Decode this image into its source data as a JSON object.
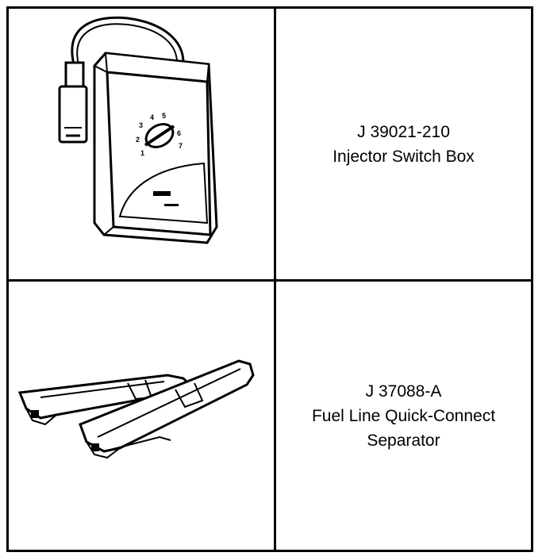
{
  "tools": [
    {
      "part_number": "J 39021-210",
      "name_lines": [
        "Injector Switch Box"
      ],
      "icon": "injector-switch-box-illustration",
      "dial_numbers": [
        "1",
        "2",
        "3",
        "4",
        "5",
        "6",
        "7"
      ]
    },
    {
      "part_number": "J 37088-A",
      "name_lines": [
        "Fuel Line Quick-Connect",
        "Separator"
      ],
      "icon": "quick-connect-separator-illustration"
    }
  ]
}
